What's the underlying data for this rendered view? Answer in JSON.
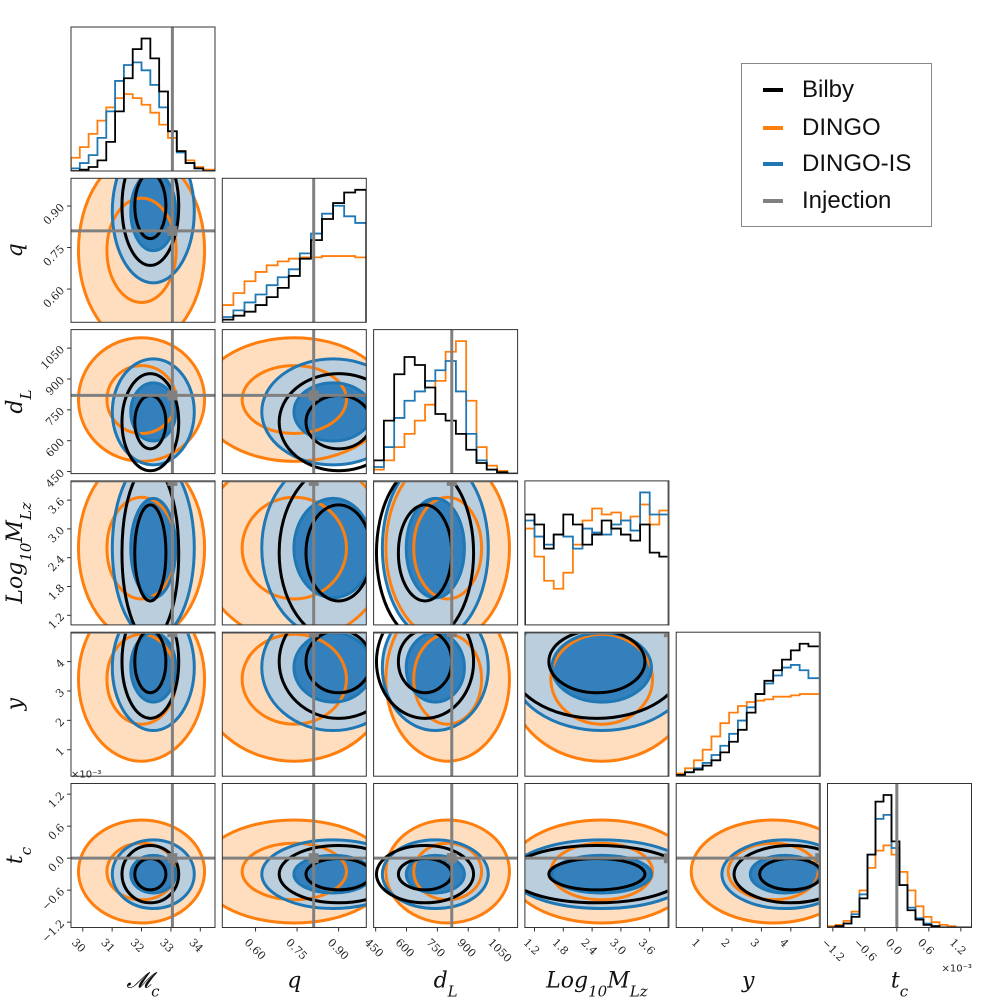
{
  "colors": {
    "bilby": "#000000",
    "dingo": "#ff7f0e",
    "dingo_is": "#1f77b4",
    "injection": "#808080",
    "dingo_fill_light": "#ffd8b5",
    "dingo_is_fill_light": "#aecbe3",
    "dingo_is_fill_dark": "#2b7bb9"
  },
  "legend": {
    "entries": [
      {
        "label": "Bilby",
        "color": "#000000"
      },
      {
        "label": "DINGO",
        "color": "#ff7f0e"
      },
      {
        "label": "DINGO-IS",
        "color": "#1f77b4"
      },
      {
        "label": "Injection",
        "color": "#808080"
      }
    ]
  },
  "chart_data": {
    "type": "corner",
    "parameters": [
      {
        "key": "Mc",
        "label": "𝓜",
        "sub": "c",
        "range": [
          29.6,
          34.5
        ],
        "ticks": [
          30,
          31,
          32,
          33,
          34
        ],
        "tick_labels": [
          "30",
          "31",
          "32",
          "33",
          "34"
        ],
        "injection": 33.05
      },
      {
        "key": "q",
        "label": "q",
        "sub": "",
        "range": [
          0.48,
          1.0
        ],
        "ticks": [
          0.6,
          0.75,
          0.9
        ],
        "tick_labels": [
          "0.60",
          "0.75",
          "0.90"
        ],
        "injection": 0.81
      },
      {
        "key": "dL",
        "label": "d",
        "sub": "L",
        "range": [
          440,
          1140
        ],
        "ticks": [
          450,
          600,
          750,
          900,
          1050
        ],
        "tick_labels": [
          "450",
          "600",
          "750",
          "900",
          "1050"
        ],
        "injection": 820
      },
      {
        "key": "logM",
        "label": "Log",
        "sub": "10",
        "label2": "M",
        "sub2": "Lz",
        "range": [
          1.0,
          4.0
        ],
        "ticks": [
          1.2,
          1.8,
          2.4,
          3.0,
          3.6
        ],
        "tick_labels": [
          "1.2",
          "1.8",
          "2.4",
          "3.0",
          "3.6"
        ],
        "injection": 4.0
      },
      {
        "key": "y",
        "label": "y",
        "sub": "",
        "range": [
          0.1,
          5.0
        ],
        "ticks": [
          1,
          2,
          3,
          4
        ],
        "tick_labels": [
          "1",
          "2",
          "3",
          "4"
        ],
        "injection": 5.0
      },
      {
        "key": "tc",
        "label": "t",
        "sub": "c",
        "range": [
          -1.3,
          1.4
        ],
        "ticks": [
          -1.2,
          -0.6,
          0.0,
          0.6,
          1.2
        ],
        "tick_labels": [
          "−1.2",
          "−0.6",
          "0.0",
          "0.6",
          "1.2"
        ],
        "injection": 0.0,
        "offset_label": "×10⁻³"
      }
    ],
    "offset_label_y_row": "×10⁻³",
    "histograms": {
      "Mc": {
        "bins": [
          29.6,
          29.9,
          30.2,
          30.5,
          30.8,
          31.1,
          31.4,
          31.7,
          32.0,
          32.3,
          32.6,
          32.9,
          33.2,
          33.5,
          33.8,
          34.1,
          34.5
        ],
        "Bilby": [
          0.0,
          0.01,
          0.03,
          0.08,
          0.22,
          0.45,
          0.7,
          0.92,
          1.0,
          0.85,
          0.6,
          0.3,
          0.15,
          0.06,
          0.02,
          0.0
        ],
        "DINGO": [
          0.1,
          0.18,
          0.28,
          0.38,
          0.48,
          0.55,
          0.58,
          0.55,
          0.5,
          0.44,
          0.35,
          0.25,
          0.15,
          0.08,
          0.03,
          0.01
        ],
        "DINGO-IS": [
          0.02,
          0.06,
          0.12,
          0.25,
          0.45,
          0.68,
          0.8,
          0.82,
          0.76,
          0.65,
          0.48,
          0.3,
          0.14,
          0.06,
          0.02,
          0.0
        ]
      },
      "q": {
        "bins": [
          0.48,
          0.52,
          0.56,
          0.6,
          0.64,
          0.68,
          0.72,
          0.76,
          0.8,
          0.84,
          0.88,
          0.92,
          0.96,
          1.0
        ],
        "Bilby": [
          0.02,
          0.05,
          0.08,
          0.13,
          0.19,
          0.26,
          0.35,
          0.48,
          0.62,
          0.78,
          0.9,
          0.98,
          1.0
        ],
        "DINGO": [
          0.13,
          0.22,
          0.31,
          0.38,
          0.43,
          0.46,
          0.48,
          0.49,
          0.49,
          0.5,
          0.5,
          0.5,
          0.49
        ],
        "DINGO-IS": [
          0.04,
          0.09,
          0.15,
          0.21,
          0.28,
          0.34,
          0.4,
          0.52,
          0.67,
          0.82,
          0.88,
          0.8,
          0.75
        ]
      },
      "dL": {
        "bins": [
          440,
          490,
          540,
          590,
          640,
          690,
          740,
          790,
          840,
          890,
          940,
          990,
          1040,
          1090,
          1140
        ],
        "Bilby": [
          0.1,
          0.4,
          0.75,
          0.88,
          0.82,
          0.65,
          0.45,
          0.4,
          0.3,
          0.18,
          0.08,
          0.03,
          0.01,
          0.0
        ],
        "DINGO": [
          0.03,
          0.1,
          0.2,
          0.3,
          0.4,
          0.52,
          0.7,
          0.92,
          1.0,
          0.55,
          0.2,
          0.06,
          0.02,
          0.0
        ],
        "DINGO-IS": [
          0.05,
          0.2,
          0.42,
          0.55,
          0.62,
          0.7,
          0.78,
          0.85,
          0.62,
          0.3,
          0.1,
          0.03,
          0.01,
          0.0
        ]
      },
      "logM": {
        "bins": [
          1.0,
          1.2,
          1.4,
          1.6,
          1.8,
          2.0,
          2.2,
          2.4,
          2.6,
          2.8,
          3.0,
          3.2,
          3.4,
          3.6,
          3.8,
          4.0
        ],
        "Bilby": [
          0.55,
          0.5,
          0.38,
          0.45,
          0.55,
          0.5,
          0.4,
          0.45,
          0.52,
          0.48,
          0.45,
          0.42,
          0.5,
          0.36,
          0.34
        ],
        "DINGO": [
          0.48,
          0.34,
          0.22,
          0.18,
          0.26,
          0.4,
          0.52,
          0.58,
          0.55,
          0.56,
          0.52,
          0.54,
          0.6,
          0.5,
          0.57
        ],
        "DINGO-IS": [
          0.52,
          0.44,
          0.4,
          0.45,
          0.44,
          0.38,
          0.48,
          0.46,
          0.45,
          0.5,
          0.52,
          0.47,
          0.66,
          0.55,
          0.55
        ]
      },
      "y": {
        "bins": [
          0.1,
          0.4,
          0.7,
          1.0,
          1.3,
          1.6,
          1.9,
          2.2,
          2.5,
          2.8,
          3.1,
          3.4,
          3.7,
          4.0,
          4.3,
          4.6,
          5.0
        ],
        "Bilby": [
          0.01,
          0.03,
          0.05,
          0.08,
          0.12,
          0.18,
          0.26,
          0.35,
          0.48,
          0.62,
          0.72,
          0.8,
          0.88,
          0.95,
          1.0,
          0.98
        ],
        "DINGO": [
          0.02,
          0.06,
          0.12,
          0.2,
          0.3,
          0.4,
          0.48,
          0.53,
          0.56,
          0.57,
          0.58,
          0.6,
          0.6,
          0.61,
          0.62,
          0.62
        ],
        "DINGO-IS": [
          0.01,
          0.03,
          0.06,
          0.1,
          0.16,
          0.23,
          0.32,
          0.42,
          0.52,
          0.62,
          0.7,
          0.76,
          0.82,
          0.84,
          0.8,
          0.74
        ]
      },
      "tc": {
        "bins": [
          -1.3,
          -1.15,
          -1.0,
          -0.85,
          -0.7,
          -0.55,
          -0.4,
          -0.25,
          -0.1,
          0.05,
          0.2,
          0.35,
          0.5,
          0.65,
          0.8,
          0.95,
          1.1,
          1.4
        ],
        "Bilby": [
          0.0,
          0.01,
          0.03,
          0.08,
          0.22,
          0.55,
          0.95,
          1.0,
          0.65,
          0.32,
          0.13,
          0.06,
          0.02,
          0.01,
          0.0,
          0.0,
          0.0
        ],
        "DINGO": [
          0.01,
          0.02,
          0.05,
          0.12,
          0.28,
          0.45,
          0.58,
          0.62,
          0.55,
          0.42,
          0.28,
          0.16,
          0.08,
          0.04,
          0.02,
          0.01,
          0.0
        ],
        "DINGO-IS": [
          0.0,
          0.01,
          0.03,
          0.1,
          0.25,
          0.55,
          0.82,
          0.85,
          0.6,
          0.32,
          0.15,
          0.07,
          0.03,
          0.01,
          0.0,
          0.0,
          0.0
        ]
      }
    },
    "posterior_summary": {
      "Mc": {
        "Bilby": [
          32.3,
          0.45
        ],
        "DINGO": [
          32.0,
          1.0
        ],
        "DINGO-IS": [
          32.4,
          0.65
        ]
      },
      "q": {
        "Bilby": [
          0.9,
          0.1
        ],
        "DINGO": [
          0.74,
          0.16
        ],
        "DINGO-IS": [
          0.88,
          0.12
        ]
      },
      "dL": {
        "Bilby": [
          690,
          110
        ],
        "DINGO": [
          800,
          140
        ],
        "DINGO-IS": [
          740,
          120
        ]
      },
      "logM": {
        "Bilby": [
          2.5,
          0.85
        ],
        "DINGO": [
          2.6,
          0.9
        ],
        "DINGO-IS": [
          2.6,
          0.88
        ]
      },
      "y": {
        "Bilby": [
          4.0,
          0.9
        ],
        "DINGO": [
          3.4,
          1.3
        ],
        "DINGO-IS": [
          3.8,
          1.0
        ]
      },
      "tc": {
        "Bilby": [
          -0.3,
          0.25
        ],
        "DINGO": [
          -0.25,
          0.45
        ],
        "DINGO-IS": [
          -0.3,
          0.3
        ]
      }
    },
    "contour_levels": [
      "0.5",
      "0.9"
    ]
  }
}
